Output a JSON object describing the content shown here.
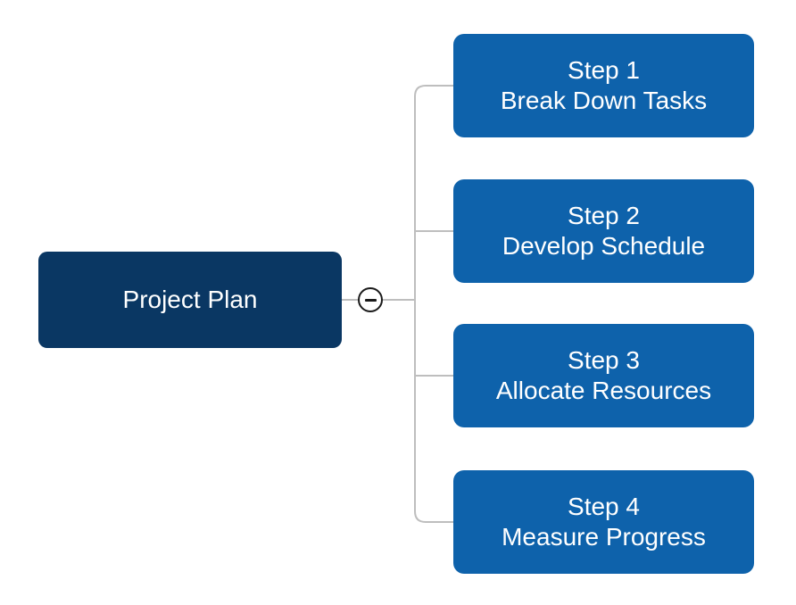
{
  "diagram": {
    "type": "mindmap",
    "background": "#FFFFFF",
    "root": {
      "label": "Project Plan",
      "fill": "#0A3763",
      "text_color": "#FFFFFF"
    },
    "collapse_button": {
      "icon": "minus-icon",
      "state": "expanded",
      "border_color": "#1A1A1A",
      "fill": "#FFFFFF"
    },
    "connector_color": "#BEBEBE",
    "node_fill": "#0E62AB",
    "node_text_color": "#FFFFFF",
    "nodes": [
      {
        "title": "Step 1",
        "subtitle": "Break Down Tasks"
      },
      {
        "title": "Step 2",
        "subtitle": "Develop Schedule"
      },
      {
        "title": "Step 3",
        "subtitle": "Allocate Resources"
      },
      {
        "title": "Step 4",
        "subtitle": "Measure Progress"
      }
    ]
  }
}
